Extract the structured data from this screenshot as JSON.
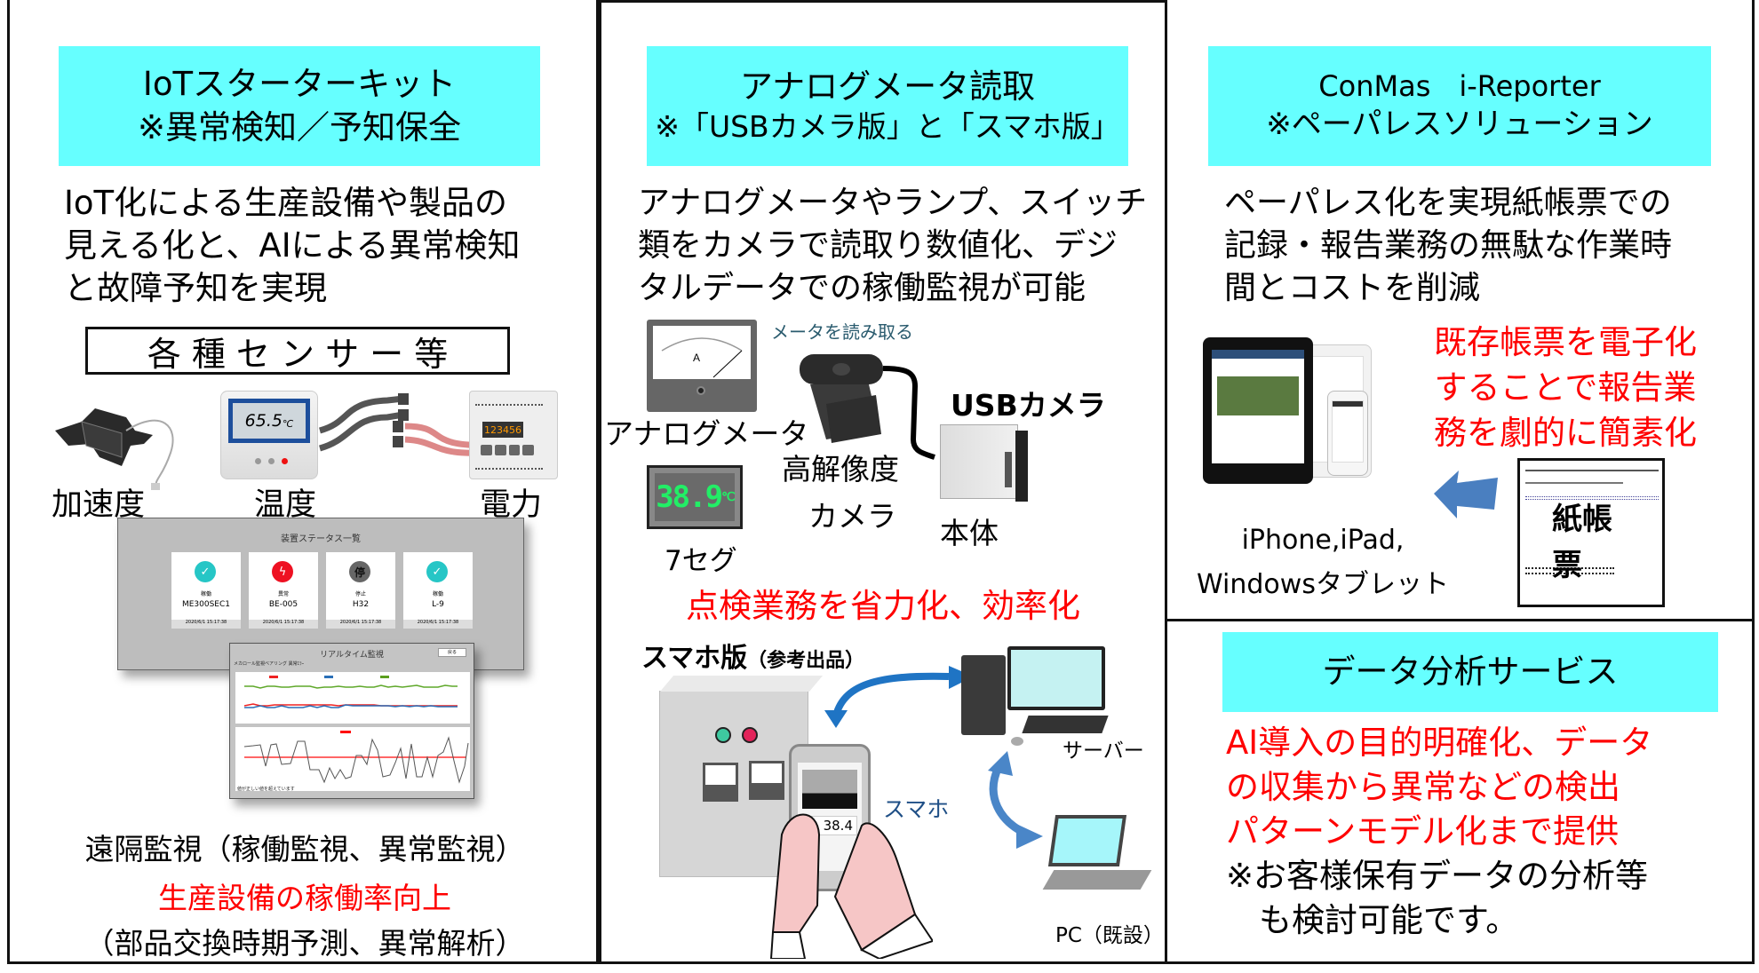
{
  "panels": {
    "iot": {
      "header_line1": "IoTスターターキット",
      "header_line2": "※異常検知／予知保全",
      "description": [
        "IoT化による生産設備や製品の",
        "見える化と、AIによる異常検知",
        "と故障予知を実現"
      ],
      "sensors_box": "各 種 セ ン サ ー 等",
      "sensor_labels": [
        "加速度",
        "温度",
        "電力"
      ],
      "temp_reading": "65.5",
      "temp_unit": "℃",
      "power_reading": "123456",
      "status_screen": {
        "title": "装置ステータス一覧",
        "cards": [
          {
            "status": "稼働",
            "device": "ME300SEC1",
            "time": "2020/6/1 15:17:38",
            "color": "#26c6c6",
            "icon": "check-icon"
          },
          {
            "status": "異常",
            "device": "BE-005",
            "time": "2020/6/1 15:17:38",
            "color": "#ee1122",
            "icon": "alert-icon"
          },
          {
            "status": "停止",
            "device": "H32",
            "time": "2020/6/1 15:17:38",
            "color": "#666666",
            "icon": "stop-icon",
            "glyph": "停"
          },
          {
            "status": "稼働",
            "device": "L-9",
            "time": "2020/6/1 15:17:38",
            "color": "#26c6c6",
            "icon": "check-icon"
          }
        ]
      },
      "realtime_screen": {
        "title": "リアルタイム監視",
        "back_button": "戻る",
        "subtitle": "メカロール監視ベアリング 異常ｴﾗｰ",
        "footer": "値が正しい値を超えています"
      },
      "caption1": "遠隔監視（稼働監視、異常監視）",
      "caption2": "生産設備の稼働率向上",
      "caption3": "（部品交換時期予測、異常解析）"
    },
    "analog": {
      "header_line1": "アナログメータ読取",
      "header_line2": "※「USBカメラ版」と「スマホ版」",
      "description": [
        "アナログメータやランプ、スイッチ",
        "類をカメラで読取り数値化、デジ",
        "タルデータでの稼働監視が可能"
      ],
      "read_meter_label": "メータを読み取る",
      "meter_unit": "A",
      "analog_meter_label": "アナログメータ",
      "camera_label_1": "高解像度",
      "camera_label_2": "カメラ",
      "usb_camera_label": "USBカメラ",
      "main_unit_label": "本体",
      "seven_seg_value": "38.9",
      "seven_seg_unit": "℃",
      "seven_seg_label": "7セグ",
      "tagline": "点検業務を省力化、効率化",
      "smartphone_title": "スマホ版",
      "smartphone_note": "（参考出品）",
      "server_label": "サーバー",
      "phone_label": "スマホ",
      "phone_reading": "38.4",
      "pc_label": "PC（既設）"
    },
    "conmas": {
      "header_line1": "ConMas　i-Reporter",
      "header_line2": "※ペーパレスソリューション",
      "description": [
        "ペーパレス化を実現紙帳票での",
        "記録・報告業務の無駄な作業時",
        "間とコストを削減"
      ],
      "highlight": [
        "既存帳票を電子化",
        "することで報告業",
        "務を劇的に簡素化"
      ],
      "devices_label_1": "iPhone,iPad,",
      "devices_label_2": "Windowsタブレット",
      "paper_form_label_1": "紙帳",
      "paper_form_label_2": "票"
    },
    "data_analysis": {
      "header": "データ分析サービス",
      "highlight": [
        "AI導入の目的明確化、データ",
        "の収集から異常などの検出",
        "パターンモデル化まで提供"
      ],
      "note": [
        "※お客様保有データの分析等",
        "　も検討可能です。"
      ]
    }
  },
  "colors": {
    "header_bg": "#66ffff",
    "accent_red": "#ff0000",
    "arrow_blue": "#1f74c4",
    "label_teal": "#2a5b6e"
  }
}
